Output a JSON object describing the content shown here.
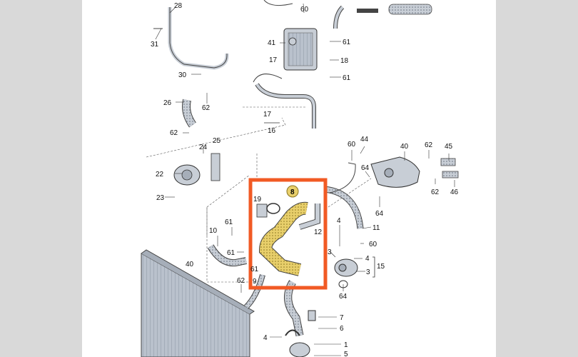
{
  "diagram": {
    "highlight_color": "#f15a24",
    "part_color_default": "#c8ced6",
    "part_color_highlight": "#e8cf6b",
    "callout_labels": [
      {
        "id": "l28",
        "text": "28"
      },
      {
        "id": "l60a",
        "text": "60"
      },
      {
        "id": "l31",
        "text": "31"
      },
      {
        "id": "l41",
        "text": "41"
      },
      {
        "id": "l61a",
        "text": "61"
      },
      {
        "id": "l17a",
        "text": "17"
      },
      {
        "id": "l18",
        "text": "18"
      },
      {
        "id": "l61b",
        "text": "61"
      },
      {
        "id": "l30",
        "text": "30"
      },
      {
        "id": "l26",
        "text": "26"
      },
      {
        "id": "l62a",
        "text": "62"
      },
      {
        "id": "l17b",
        "text": "17"
      },
      {
        "id": "l16",
        "text": "16"
      },
      {
        "id": "l62b",
        "text": "62"
      },
      {
        "id": "l25",
        "text": "25"
      },
      {
        "id": "l24",
        "text": "24"
      },
      {
        "id": "l22",
        "text": "22"
      },
      {
        "id": "l23",
        "text": "23"
      },
      {
        "id": "l44",
        "text": "44"
      },
      {
        "id": "l60b",
        "text": "60"
      },
      {
        "id": "l40",
        "text": "40"
      },
      {
        "id": "l62c",
        "text": "62"
      },
      {
        "id": "l45",
        "text": "45"
      },
      {
        "id": "l64a",
        "text": "64"
      },
      {
        "id": "l62d",
        "text": "62"
      },
      {
        "id": "l46",
        "text": "46"
      },
      {
        "id": "l64b",
        "text": "64"
      },
      {
        "id": "l19",
        "text": "19"
      },
      {
        "id": "l8",
        "text": "8"
      },
      {
        "id": "l12",
        "text": "12"
      },
      {
        "id": "l11",
        "text": "11"
      },
      {
        "id": "l61c",
        "text": "61"
      },
      {
        "id": "l10",
        "text": "10"
      },
      {
        "id": "l4a",
        "text": "4"
      },
      {
        "id": "l60c",
        "text": "60"
      },
      {
        "id": "l61d",
        "text": "61"
      },
      {
        "id": "l3a",
        "text": "3"
      },
      {
        "id": "l4b",
        "text": "4"
      },
      {
        "id": "l15",
        "text": "15"
      },
      {
        "id": "l3b",
        "text": "3"
      },
      {
        "id": "l40b",
        "text": "40"
      },
      {
        "id": "l61e",
        "text": "61"
      },
      {
        "id": "l9",
        "text": "9"
      },
      {
        "id": "l62e",
        "text": "62"
      },
      {
        "id": "l64c",
        "text": "64"
      },
      {
        "id": "l7",
        "text": "7"
      },
      {
        "id": "l6",
        "text": "6"
      },
      {
        "id": "l4c",
        "text": "4"
      },
      {
        "id": "l1",
        "text": "1"
      },
      {
        "id": "l5",
        "text": "5"
      }
    ]
  }
}
